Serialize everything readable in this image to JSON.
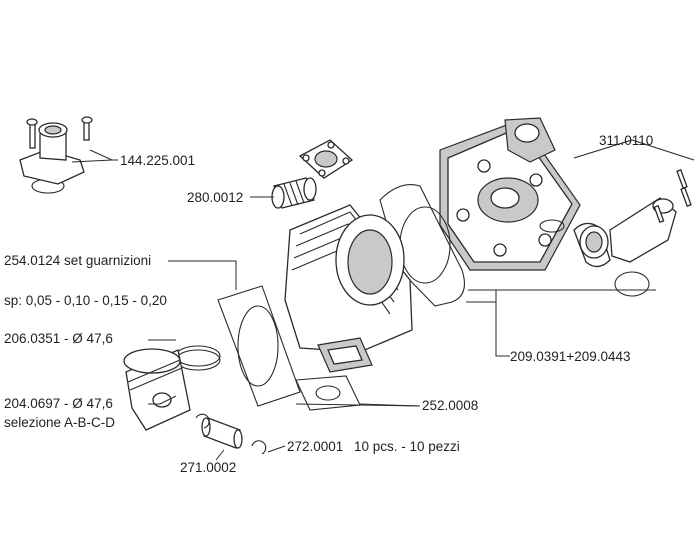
{
  "labels": {
    "intake_manifold": "144.225.001",
    "needle_bearing": "280.0012",
    "water_kit": "311.0110",
    "gasket_set": "254.0124 set guarnizioni",
    "gasket_thickness": "sp: 0,05 - 0,10 - 0,15 - 0,20",
    "piston_rings": "206.0351 - Ø 47,6",
    "piston": "204.0697 - Ø 47,6",
    "piston_selection": "selezione A-B-C-D",
    "cylinder_head": "209.0391+209.0443",
    "base_gasket": "252.0008",
    "piston_pin": "271.0002",
    "circlip": "272.0001",
    "circlip_qty": "10 pcs. - 10 pezzi"
  }
}
